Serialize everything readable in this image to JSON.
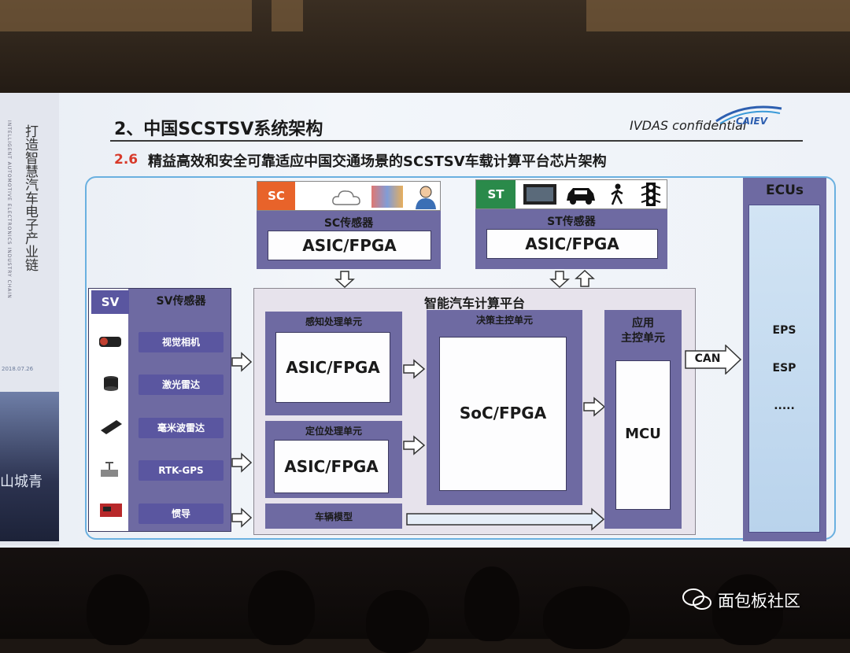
{
  "slide": {
    "side_vertical_cn": "打造智慧汽车电子产业链",
    "side_vertical_en": "INTELLIGENT AUTOMOTIVE ELECTRONICS INDUSTRY CHAIN",
    "side_date": "2018.07.26",
    "side_calligraphy": "山城青",
    "title": "2、中国SCSTSV系统架构",
    "confidential": "IVDAS confidential",
    "logo_text": "CAIEV",
    "subtitle_num": "2.6",
    "subtitle": "精益高效和安全可靠适应中国交通场景的SCSTSV车载计算平台芯片架构"
  },
  "sc": {
    "tag": "SC",
    "icons": [
      "cloud-icon",
      "city-icon",
      "person-icon"
    ],
    "sensor_label": "SC传感器",
    "chip": "ASIC/FPGA"
  },
  "st": {
    "tag": "ST",
    "icons": [
      "display-icon",
      "car-icon",
      "pedestrian-icon",
      "traffic-light-icon"
    ],
    "sensor_label": "ST传感器",
    "chip": "ASIC/FPGA"
  },
  "sv": {
    "tag": "SV",
    "sensor_label": "SV传感器",
    "items": [
      "视觉相机",
      "激光雷达",
      "毫米波雷达",
      "RTK-GPS",
      "惯导"
    ]
  },
  "platform": {
    "title": "智能汽车计算平台",
    "perception_label": "感知处理单元",
    "perception_chip": "ASIC/FPGA",
    "localization_label": "定位处理单元",
    "localization_chip": "ASIC/FPGA",
    "vehicle_model": "车辆模型",
    "decision_label": "决策主控单元",
    "decision_chip": "SoC/FPGA",
    "app_label_1": "应用",
    "app_label_2": "主控单元",
    "app_chip": "MCU"
  },
  "can_label": "CAN",
  "ecus": {
    "title": "ECUs",
    "items": [
      "EPS",
      "ESP",
      "....."
    ]
  },
  "watermark": "面包板社区",
  "colors": {
    "purple": "#6e6aa2",
    "sc_tag": "#e8632a",
    "st_tag": "#2a8a4a",
    "red_number": "#d83a2a"
  }
}
